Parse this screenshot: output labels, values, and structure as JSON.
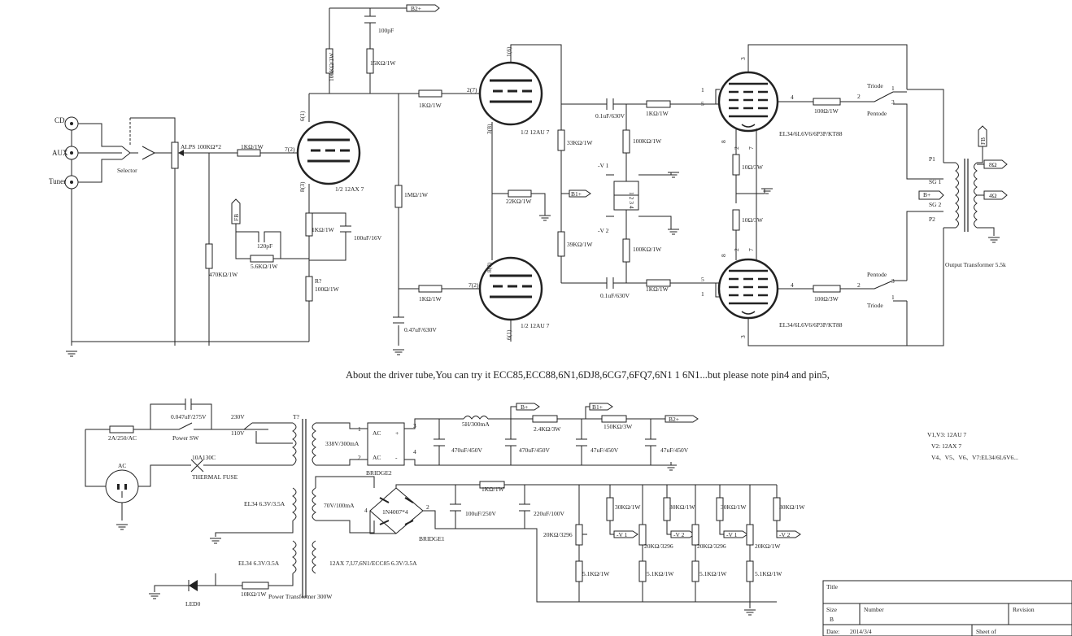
{
  "notes": {
    "driver_tube": "About the driver tube,You can try it ECC85,ECC88,6N1,6DJ8,6CG7,6FQ7,6N1 1 6N1...but please note pin4 and pin5,",
    "tube_list": [
      "V1,V3:   12AU 7",
      "V2:  12AX 7",
      "V4、V5、V6、V7:EL34/6L6V6..."
    ]
  },
  "title_block": {
    "title": "Title",
    "size": "Size",
    "size_val": "B",
    "number": "Number",
    "revision": "Revision",
    "date": "Date:",
    "date_val": "2014/3/4",
    "sheet": "Sheet  of"
  },
  "inputs": [
    "CD",
    "AUX",
    "Tuner"
  ],
  "input_stage": {
    "selector": "Selector",
    "volume": "ALPS 100KΩ*2",
    "r_grid": "1KΩ/1W",
    "tube": "1/2 12AX 7",
    "r_plate": "100KΩ/1W",
    "c_bypass": "100pF",
    "r_b2": "15KΩ/1W",
    "r_fb": "5.6KΩ/1W",
    "c_fb": "120pF",
    "r_leak": "470KΩ/1W",
    "r_cathode": "1KΩ/1W",
    "c_cathode": "100uF/16V",
    "r_q": "R?",
    "r_q_val": "100Ω/1W",
    "pin_plate": "6(1)",
    "pin_grid": "7(2)",
    "pin_cath": "8(3)"
  },
  "phase_splitter": {
    "tube": "1/2 12AU 7",
    "r_grid_top": "1KΩ/1W",
    "r_grid_bot": "1KΩ/1W",
    "r_bias": "1MΩ/1W",
    "c_bias": "0.47uF/630V",
    "r_plate_top": "33KΩ/1W",
    "r_plate_bot": "39KΩ/1W",
    "r_tail": "22KΩ/1W",
    "pin_top_plate": "1(6)",
    "pin_top_grid": "2(7)",
    "pin_top_cath": "3(8)",
    "pin_bot_cath": "8(3)",
    "pin_bot_grid": "7(2)",
    "pin_bot_plate": "6(1)"
  },
  "coupling": {
    "c_top": "0.1uF/630V",
    "c_bot": "0.1uF/630V",
    "r_grid_top": "1KΩ/1W",
    "r_grid_bot": "1KΩ/1W",
    "r_bias_top": "100KΩ/1W",
    "r_bias_bot": "100KΩ/1W",
    "bias_top": "-V 1",
    "bias_bot": "-V 2",
    "ic_pins": "1 2 3 4"
  },
  "output_stage": {
    "tube": "EL34/6L6V6/6P3P/KT88",
    "r_g2_top": "100Ω/1W",
    "r_g2_bot": "100Ω/3W",
    "r_cath_top": "10Ω/3W",
    "r_cath_bot": "10Ω/3W",
    "triode": "Triode",
    "pentode": "Pentode",
    "sw_pins": [
      "1",
      "2",
      "3"
    ],
    "tube_pins": [
      "1",
      "3",
      "4",
      "5",
      "8",
      "2",
      "7"
    ]
  },
  "transformer": {
    "p1": "P1",
    "sg1": "SG 1",
    "sg2": "SG 2",
    "p2": "P2",
    "label": "Output Transformer 5.5k",
    "tap_8": "8Ω",
    "tap_4": "4Ω"
  },
  "nets": {
    "b2": "B2+",
    "b1": "B1+",
    "b": "B+",
    "fb": "FB",
    "v1": "-V 1",
    "v2": "-V 2"
  },
  "power_supply": {
    "fuse": "2A/250/AC",
    "c_x": "0.047uF/275V",
    "power_sw": "Power SW",
    "v230": "230V",
    "v110": "110V",
    "t": "T?",
    "thermal": "10A130C",
    "thermal_lbl": "THERMAL FUSE",
    "ac": "AC",
    "sec_hv": "338V/300mA",
    "sec_bias": "70V/100mA",
    "sec_h1": "EL34 6.3V/3.5A",
    "sec_h2": "EL34 6.3V/3.5A",
    "sec_h3": "12AX 7,U7,6N1/ECC85 6.3V/3.5A",
    "pt": "Power Transformer 300W",
    "bridge2": "BRIDGE2",
    "bridge1": "BRIDGE1",
    "diode": "1N4007*4",
    "c1": "470uF/450V",
    "choke": "5H/300mA",
    "c2": "470uF/450V",
    "r_b1": "2.4KΩ/3W",
    "c3": "47uF/450V",
    "r_b2": "150KΩ/3W",
    "c4": "47uF/450V",
    "r_neg": "1KΩ/1W",
    "c_n1": "100uF/250V",
    "c_n2": "220uF/100V",
    "trim_a": "20KΩ/3296",
    "trim_b": "20KΩ/3296",
    "trim_c": "20KΩ/3296",
    "trim_d": "20KΩ/1W",
    "r_up": "30KΩ/1W",
    "r_dn": "5.1KΩ/1W",
    "led": "LED0",
    "r_led": "10KΩ/1W",
    "ac_pin": "AC",
    "plus": "+",
    "minus": "-"
  },
  "colors": {
    "ink": "#222222",
    "paper": "#ffffff"
  }
}
